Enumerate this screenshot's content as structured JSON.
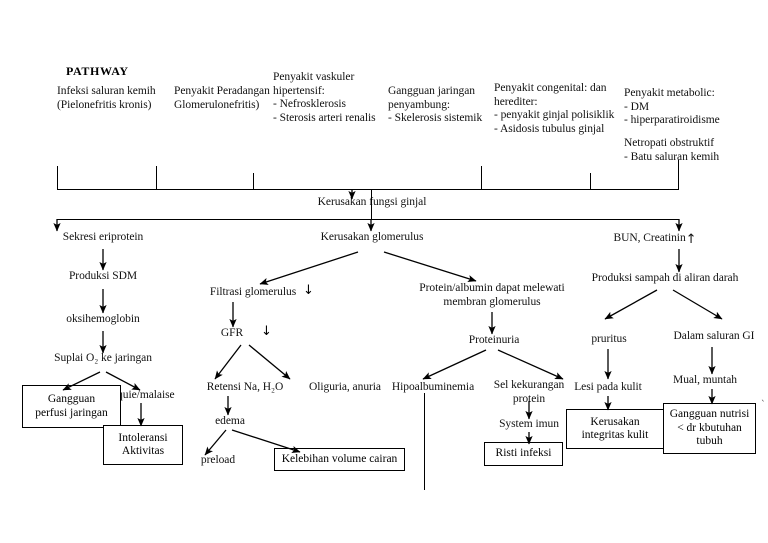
{
  "diagram": {
    "title": "PATHWAY",
    "type": "flowchart",
    "language": "id",
    "subject": "Pathway Gagal Ginjal Kronik"
  },
  "causes": [
    {
      "id": "cause-infeksi",
      "text": "Infeksi saluran kemih\n(Pielonefritis kronis)"
    },
    {
      "id": "cause-peradangan",
      "text": "Penyakit Peradangan\nGlomerulonefritis)"
    },
    {
      "id": "cause-vaskuler",
      "text": "Penyakit vaskuler\nhipertensif:\n-  Nefrosklerosis\n-  Sterosis arteri renalis"
    },
    {
      "id": "cause-jaringan",
      "text": "Gangguan jaringan\npenyambung:\n-  Skelerosis sistemik"
    },
    {
      "id": "cause-congenital",
      "text": "Penyakit congenital: dan\nherediter:\n-  penyakit ginjal polisiklik\n-  Asidosis tubulus ginjal"
    },
    {
      "id": "cause-metabolic",
      "text": "Penyakit metabolic:\n-  DM\n-  hiperparatiroidisme"
    },
    {
      "id": "cause-obstruktif",
      "text": "Netropati obstruktif\n-  Batu saluran kemih"
    }
  ],
  "nodes": {
    "kerusakan_fungsi_ginjal": "Kerusakan fungsi ginjal",
    "sekresi_eriprotein": "Sekresi eriprotein",
    "kerusakan_glomerulus": "Kerusakan glomerulus",
    "bun_creatinin": "BUN, Creatinin",
    "bun_creatinin_arrow": "↑",
    "produksi_sdm": "Produksi SDM",
    "oksihemoglobin": "oksihemoglobin",
    "suplai_o2": "Suplai O₂ ke jaringan",
    "fatiquie_malaise": "Fatiquie/malaise",
    "filtrasi_glomerulus": "Filtrasi glomerulus",
    "filtrasi_glomerulus_arrow": "↓",
    "gfr": "GFR",
    "gfr_arrow": "↓",
    "retensi_na_h2o": "Retensi Na, H₂O",
    "oliguria_anuria": "Oliguria, anuria",
    "edema": "edema",
    "preload": "preload",
    "protein_albumin": "Protein/albumin dapat melewati\nmembran glomerulus",
    "proteinuria": "Proteinuria",
    "hipoalbuminemia": "Hipoalbuminemia",
    "sel_kekurangan_protein": "Sel  kekurangan\nprotein",
    "system_imun": "System imun",
    "produksi_sampah": "Produksi sampah di aliran darah",
    "pruritus": "pruritus",
    "lesi_pada_kulit": "Lesi pada kulit",
    "dalam_saluran_gi": "Dalam saluran GI",
    "mual_muntah": "Mual, muntah"
  },
  "boxes": {
    "gangguan_perfusi_jaringan": "Gangguan\nperfusi jaringan",
    "intoleransi_aktivitas": "Intoleransi\nAktivitas",
    "kelebihan_volume_cairan": "Kelebihan volume cairan",
    "risti_infeksi": "Risti infeksi",
    "kerusakan_integritas_kulit": "Kerusakan\nintegritas kulit",
    "gangguan_nutrisi": "Gangguan nutrisi\n< dr kbutuhan\ntubuh"
  },
  "edge_mark": "ˋ",
  "colors": {
    "stroke": "#000000",
    "background": "#ffffff",
    "text": "#111111"
  }
}
